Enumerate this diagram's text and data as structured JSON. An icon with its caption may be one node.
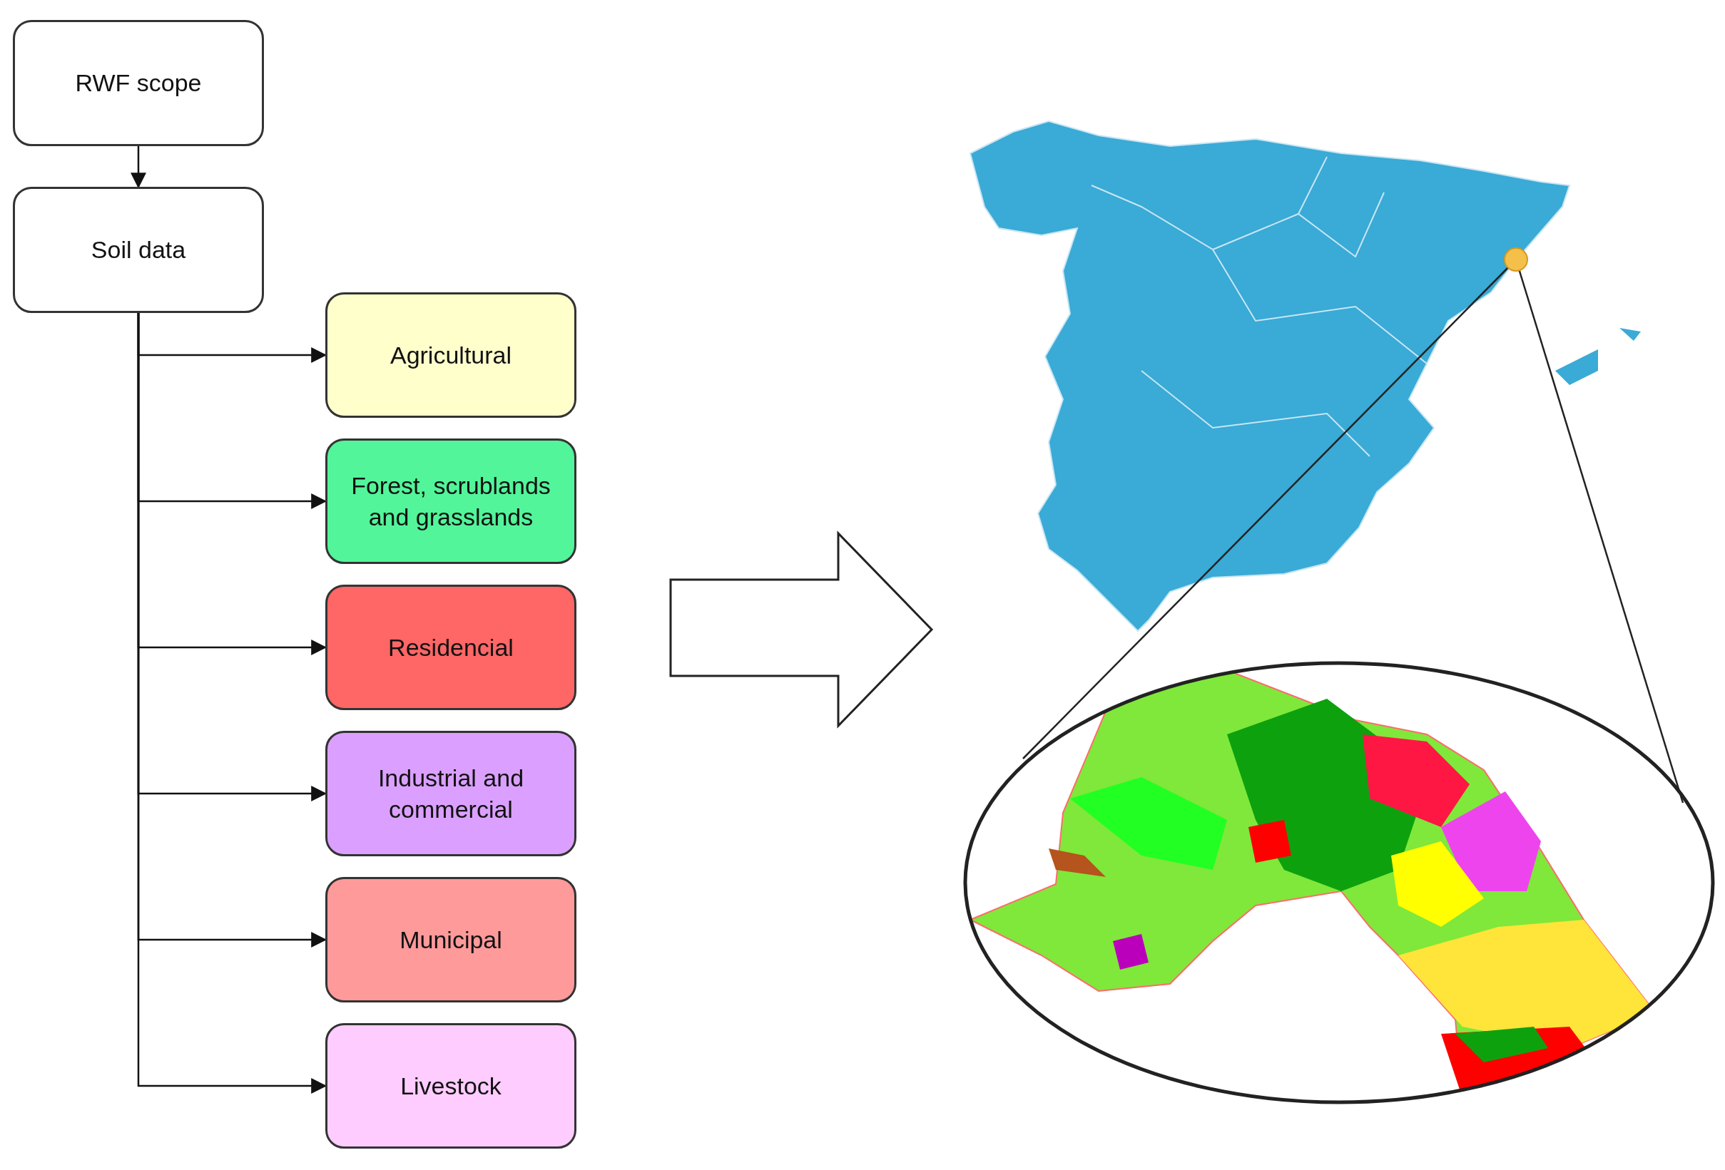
{
  "diagram": {
    "nodes": [
      {
        "text": [
          "RWF scope"
        ]
      },
      {
        "text": [
          "Soil data"
        ]
      },
      {
        "text": [
          "Agricultural"
        ]
      },
      {
        "text": [
          "Forest, scrublands and grasslands"
        ]
      },
      {
        "text": [
          "Residencial"
        ]
      },
      {
        "text": [
          "Industrial and commercial"
        ]
      },
      {
        "text": [
          "Municipal"
        ]
      },
      {
        "text": [
          "Livestock"
        ]
      }
    ],
    "edges": [
      {
        "from": 0,
        "to": 1,
        "arrow": "to"
      },
      {
        "from": 1,
        "to": 2,
        "arrow": "to"
      },
      {
        "from": 1,
        "to": 3,
        "arrow": "to"
      },
      {
        "from": 1,
        "to": 4,
        "arrow": "to"
      },
      {
        "from": 1,
        "to": 5,
        "arrow": "to"
      },
      {
        "from": 1,
        "to": 6,
        "arrow": "to"
      },
      {
        "from": 1,
        "to": 7,
        "arrow": "to"
      }
    ]
  }
}
